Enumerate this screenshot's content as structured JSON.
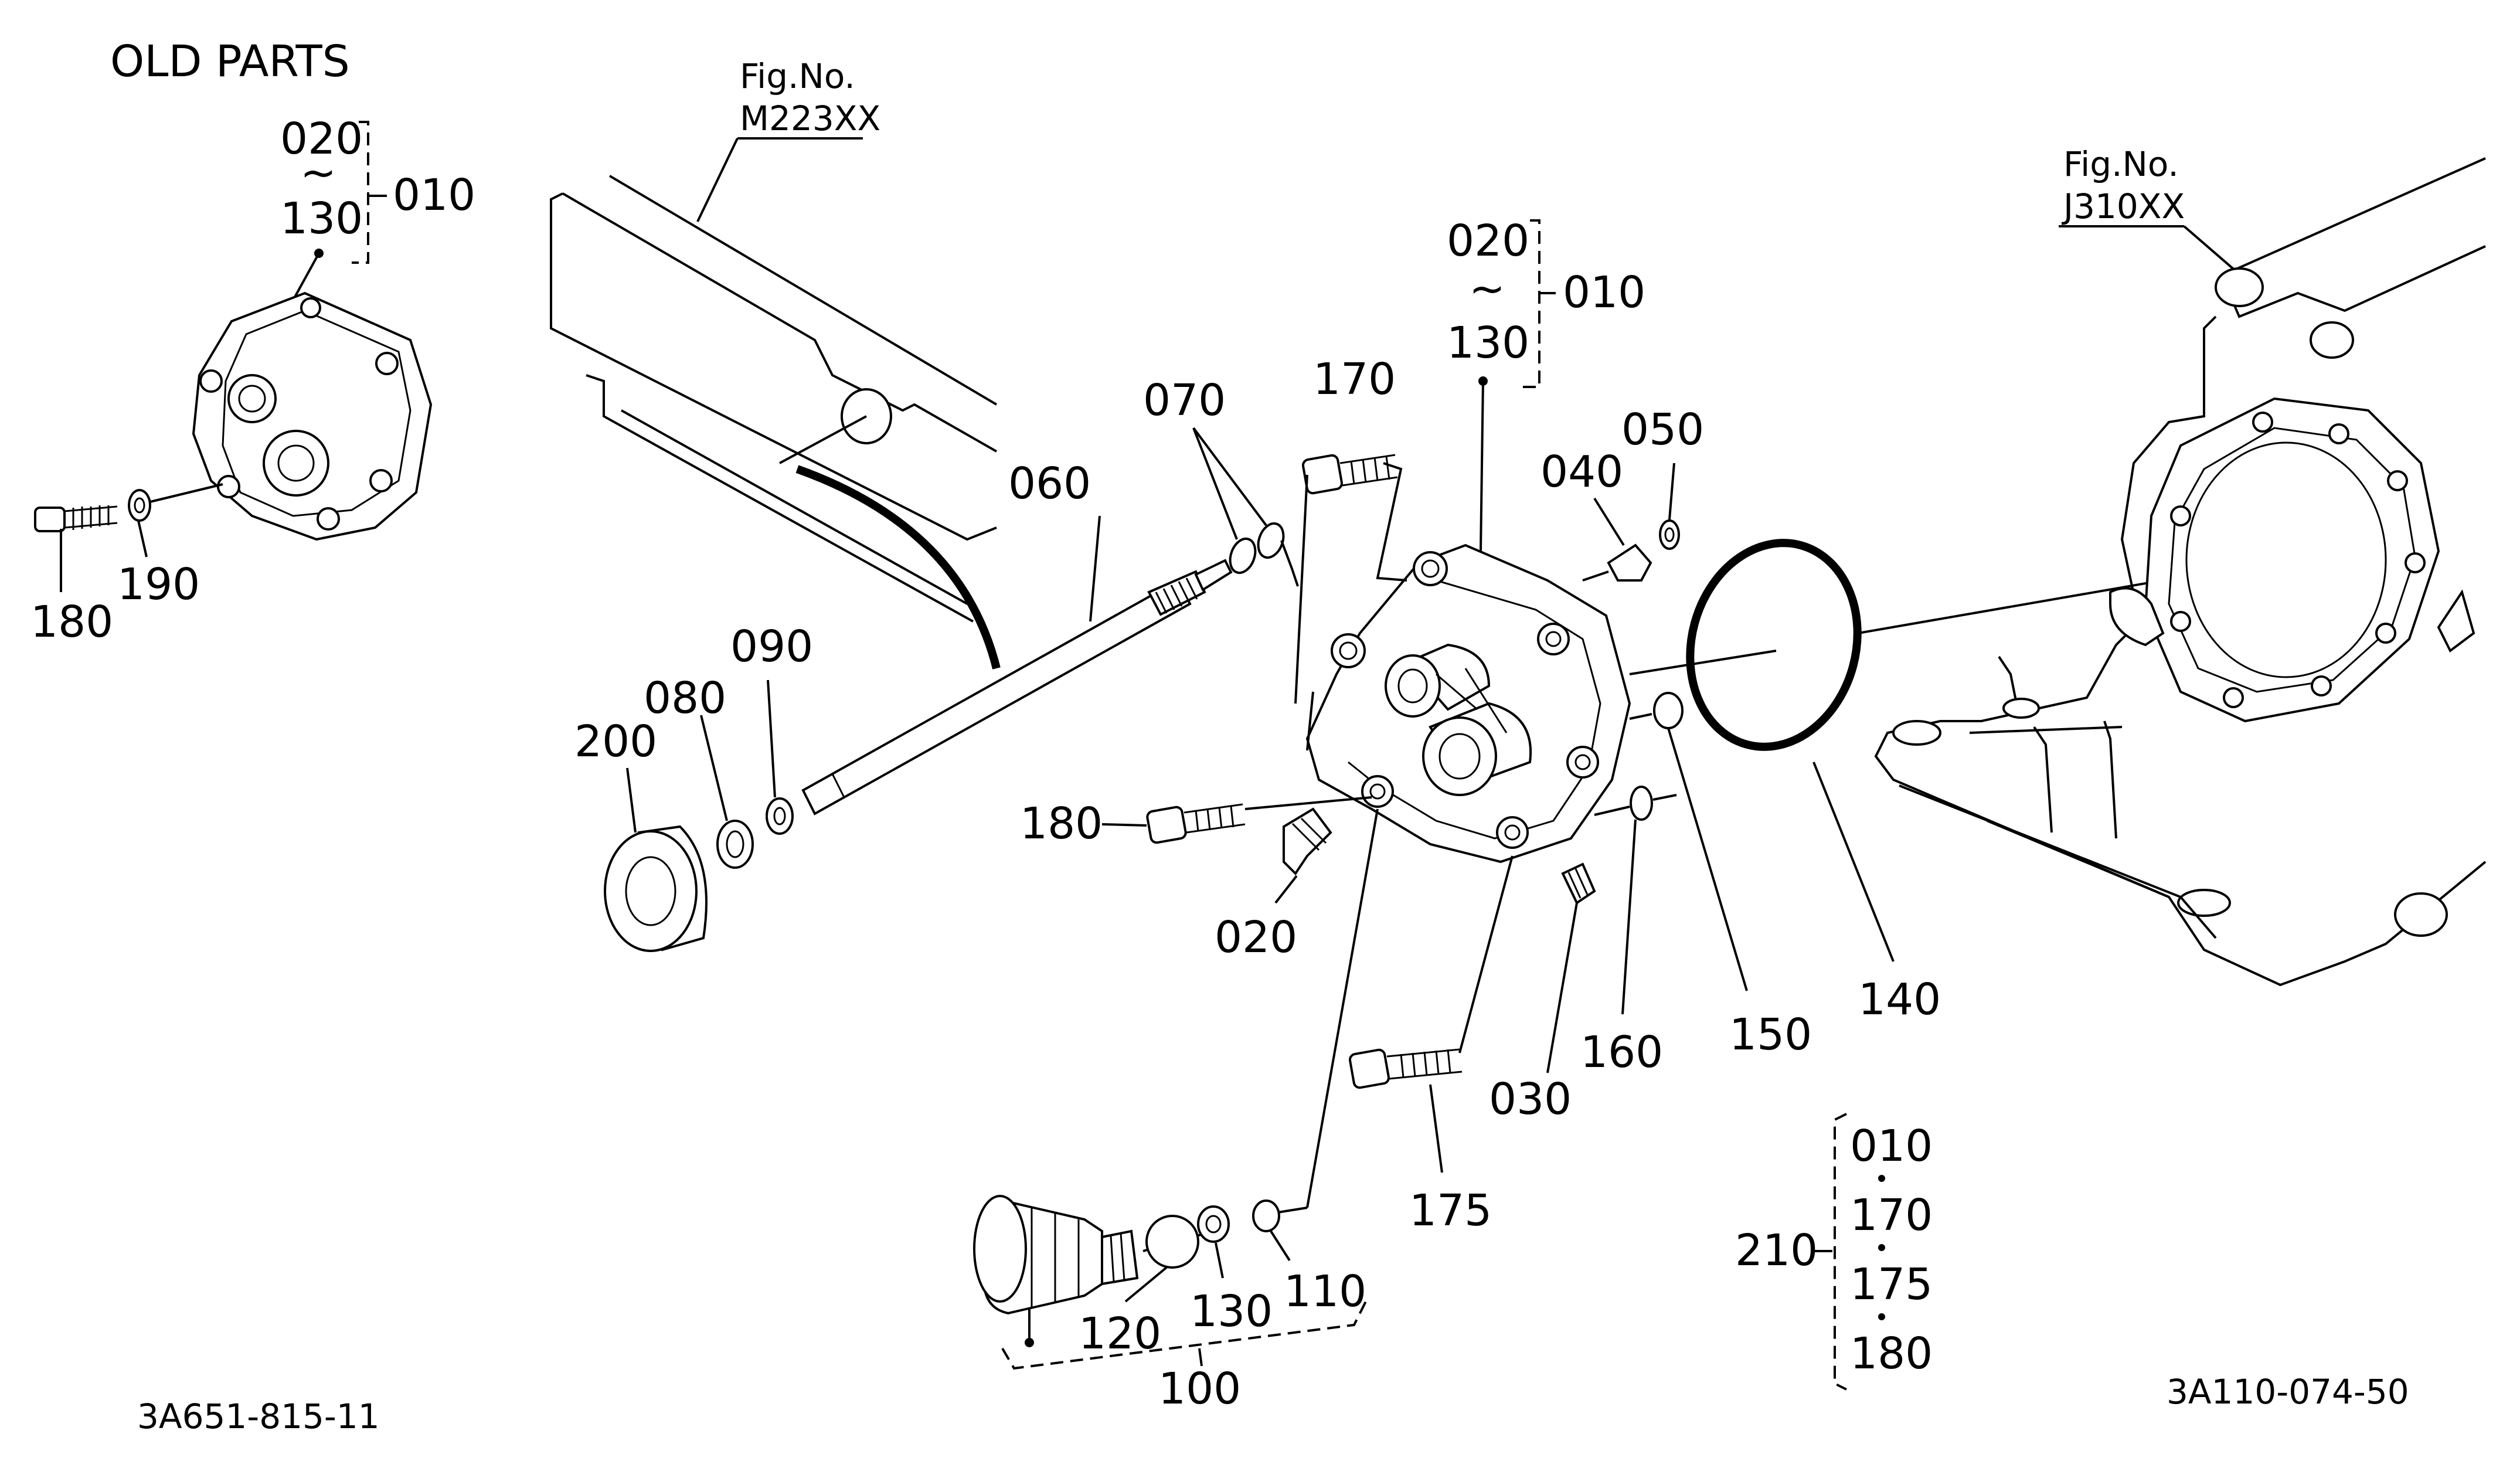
{
  "heading": "OLD PARTS",
  "footer": {
    "left_code": "3A651-815-11",
    "right_code": "3A110-074-50"
  },
  "figure_refs": {
    "left": {
      "prefix": "Fig.No.",
      "code": "M223XX"
    },
    "right": {
      "prefix": "Fig.No.",
      "code": "J310XX"
    }
  },
  "old_assembly": {
    "range_start": "020",
    "range_sep": "~",
    "range_end": "130",
    "assembly": "010",
    "bolt": "180",
    "washer": "190"
  },
  "main_assembly": {
    "range_start": "020",
    "range_sep": "~",
    "range_end": "130",
    "assembly": "010"
  },
  "parts": {
    "p020": "020",
    "p030": "030",
    "p040": "040",
    "p050": "050",
    "p060": "060",
    "p070": "070",
    "p080": "080",
    "p090": "090",
    "p100": "100",
    "p110": "110",
    "p120": "120",
    "p130": "130",
    "p140": "140",
    "p150": "150",
    "p160": "160",
    "p170": "170",
    "p175": "175",
    "p180": "180",
    "p200": "200"
  },
  "kit": {
    "number": "210",
    "items": [
      "010",
      "170",
      "175",
      "180"
    ]
  }
}
